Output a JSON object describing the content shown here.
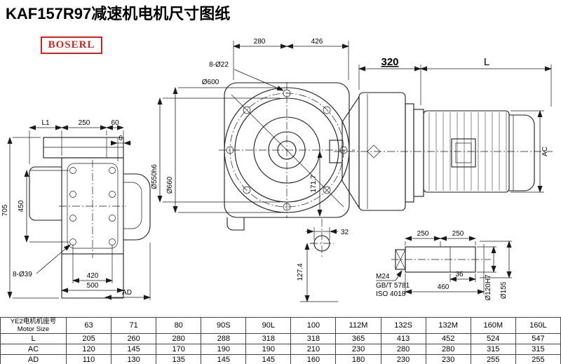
{
  "page": {
    "title": "KAF157R97减速机电机尺寸图纸",
    "logo_text": "BOSERL"
  },
  "front_view": {
    "dim_280": "280",
    "dim_426": "426",
    "bolt_holes": "8-Ø22",
    "dia_600": "Ø600",
    "dim_171_7": "171.7"
  },
  "left_view": {
    "dim_l1": "L1",
    "dim_250": "250",
    "dim_60": "60",
    "dim_6": "6",
    "dim_705": "705",
    "dim_450": "450",
    "bolt_holes": "8-Ø39",
    "dim_420": "420",
    "dim_500": "500",
    "dim_ad": "AD",
    "dia_550": "Ø550h6",
    "dia_660": "Ø660"
  },
  "side_view": {
    "dim_320": "320",
    "dim_l": "L",
    "dim_ac": "AC"
  },
  "hole_detail": {
    "dim_32": "32",
    "dim_127_4": "127.4"
  },
  "shaft_detail": {
    "dim_250_left": "250",
    "dim_250_right": "250",
    "thread": "M24",
    "standard_gb": "GB/T 5781",
    "standard_iso": "ISO 4018",
    "dim_36": "36",
    "dim_460": "460",
    "dia_120": "Ø120H7",
    "dia_155": "Ø155"
  },
  "table": {
    "header_cn": "YE2电机机座号",
    "header_en": "Motor Size",
    "columns": [
      "63",
      "71",
      "80",
      "90S",
      "90L",
      "100",
      "112M",
      "132S",
      "132M",
      "160M",
      "160L"
    ],
    "rows": [
      {
        "label": "L",
        "values": [
          "205",
          "260",
          "280",
          "288",
          "318",
          "318",
          "365",
          "413",
          "452",
          "524",
          "547"
        ]
      },
      {
        "label": "AC",
        "values": [
          "120",
          "145",
          "170",
          "190",
          "190",
          "210",
          "230",
          "280",
          "280",
          "315",
          "315"
        ]
      },
      {
        "label": "AD",
        "values": [
          "110",
          "130",
          "135",
          "145",
          "145",
          "160",
          "180",
          "230",
          "230",
          "255",
          "255"
        ]
      }
    ]
  }
}
